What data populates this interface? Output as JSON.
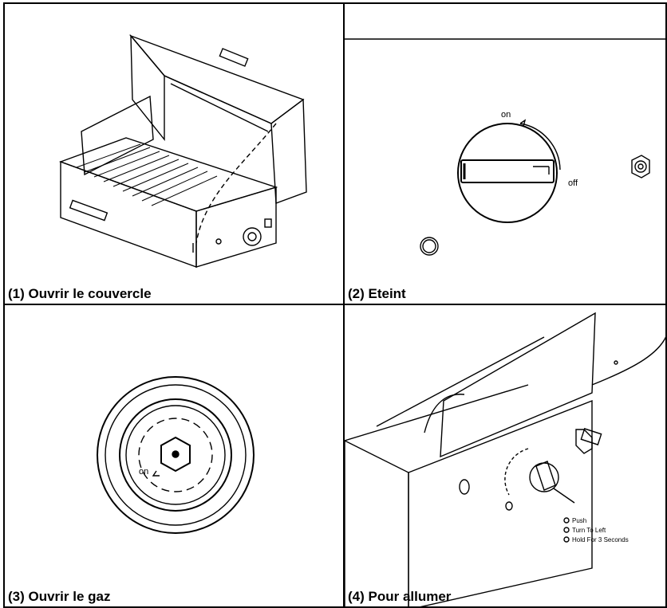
{
  "panels": [
    {
      "caption": "(1) Ouvrir le couvercle"
    },
    {
      "caption": "(2) Eteint",
      "label_on": "on",
      "label_off": "off"
    },
    {
      "caption": "(3) Ouvrir le gaz",
      "label_on": "on"
    },
    {
      "caption": "(4) Pour allumer",
      "steps": [
        "Push",
        "Turn To Left",
        "Hold For 3 Seconds"
      ]
    }
  ]
}
